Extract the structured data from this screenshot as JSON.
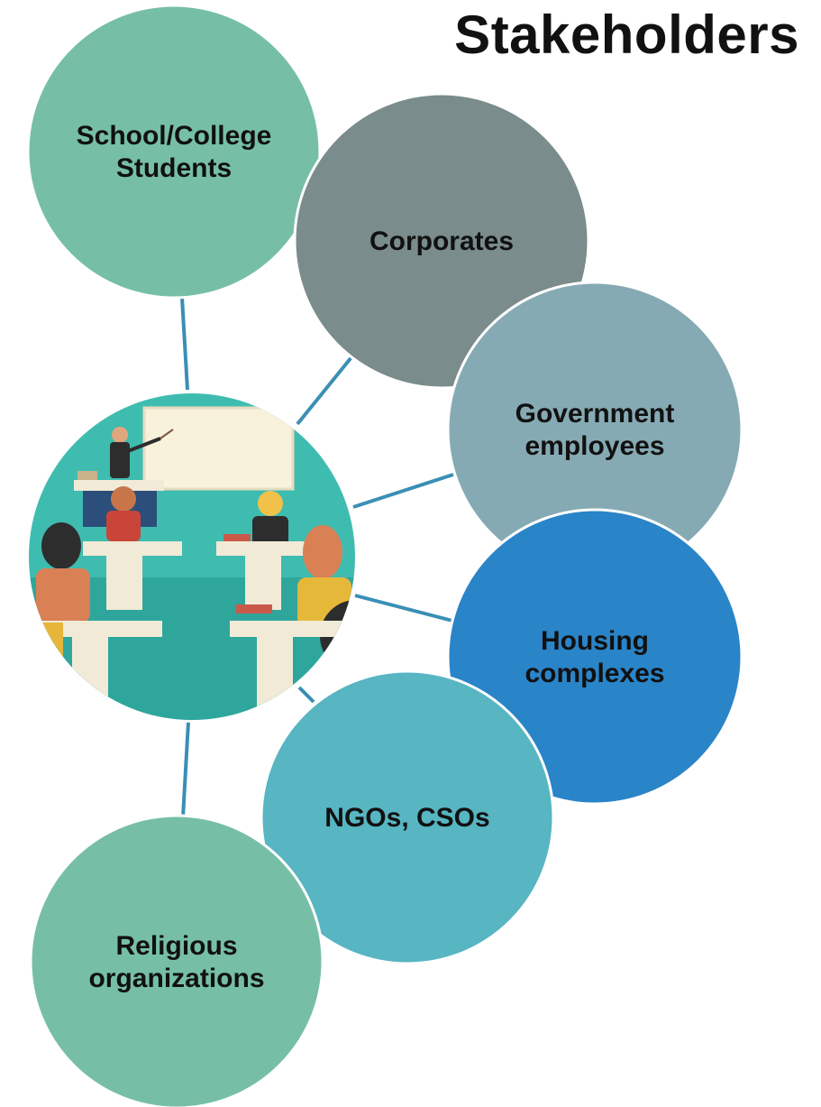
{
  "title": "Stakeholders",
  "nodes": [
    {
      "id": "students",
      "lines": [
        "School/College",
        "Students"
      ],
      "color": "#76bfa6"
    },
    {
      "id": "corporates",
      "lines": [
        "Corporates"
      ],
      "color": "#7a8c8c"
    },
    {
      "id": "government",
      "lines": [
        "Government",
        "employees"
      ],
      "color": "#86aab4"
    },
    {
      "id": "housing",
      "lines": [
        "Housing",
        "complexes"
      ],
      "color": "#2a84c8"
    },
    {
      "id": "ngos",
      "lines": [
        "NGOs, CSOs"
      ],
      "color": "#58b5c2"
    },
    {
      "id": "religious",
      "lines": [
        "Religious",
        "organizations"
      ],
      "color": "#76bfa6"
    }
  ],
  "connector_color": "#3a8fb5",
  "center_icon": "classroom-illustration"
}
